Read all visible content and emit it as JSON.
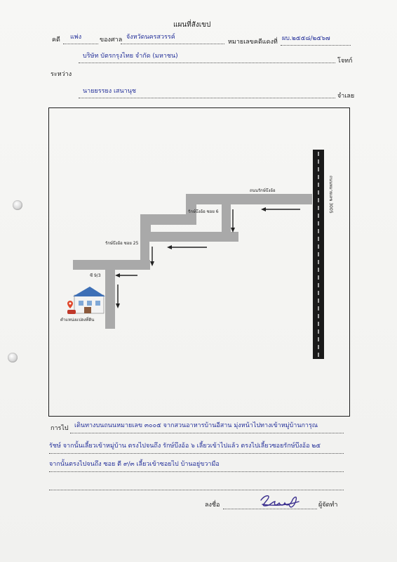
{
  "header": {
    "title": "แผนที่สังเขป",
    "case_label": "คดี",
    "case_type": "แพ่ง",
    "court_label": "ของศาล",
    "court_name": "จังหวัดนครสวรรค์",
    "red_case_label": "หมายเลขคดีแดงที่",
    "red_case_no": "ผบ.๒๕๕๘/๒๕๖๗"
  },
  "parties": {
    "plaintiff_name": "บริษัท บัตรกรุงไทย จำกัด (มหาชน)",
    "plaintiff_role": "โจทก์",
    "between_label": "ระหว่าง",
    "defendant_name": "นายยรรยง เสนานุช",
    "defendant_role": "จำเลย"
  },
  "map": {
    "highway_label": "ถนนหมายเลข 3005",
    "road_top_label": "ถนนรักษ์บึงอ้อ",
    "soi6_label": "รักษ์บึงอ้อ ซอย 6",
    "soi25_label": "รักษ์บึงอ้อ ซอย 25",
    "soi93_label": "ซี 9/3",
    "destination_label": "ตำแหน่งแปลงที่ดิน",
    "colors": {
      "highway": "#1a1a1a",
      "road": "#a9a9a9",
      "arrow": "#222222",
      "house_roof": "#3d6fb6",
      "pin": "#e0472b"
    }
  },
  "directions": {
    "label": "การไป",
    "line1": "เดินทางบนถนนหมายเลข ๓๐๐๕ จากสวนอาหารบ้านอีสาน มุ่งหน้าไปทางเข้าหมู่บ้านการุณ",
    "line2": "รัชษ์ จากนั้นเลี้ยวเข้าหมู่บ้าน ตรงไปจนถึง รักษ์บึงอ้อ ๖ เลี้ยวเข้าไปแล้ว ตรงไปเลี้ยวซอยรักษ์บึงอ้อ ๒๕",
    "line3": "จากนั้นตรงไปจนถึง ซอย ตี ๙/๓ เลี้ยวเข้าซอยไป บ้านอยู่ขวามือ"
  },
  "signature": {
    "sign_label": "ลงชื่อ",
    "role": "ผู้จัดทำ"
  }
}
